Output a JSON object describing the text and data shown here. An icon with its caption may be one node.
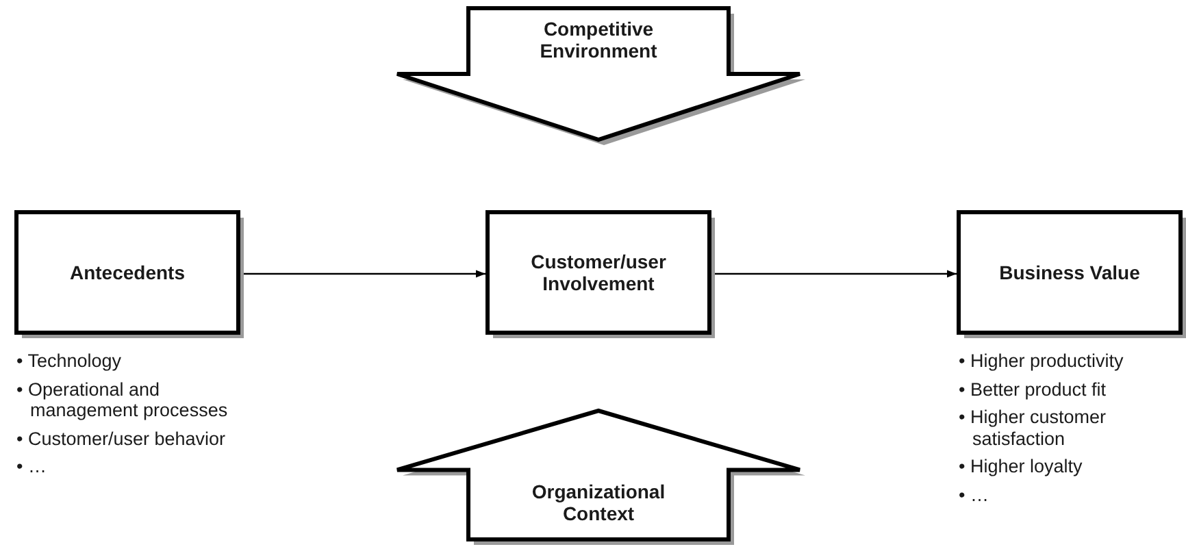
{
  "diagram": {
    "nodes": [
      {
        "text": [
          "Competitive Environment"
        ]
      },
      {
        "text": [
          "Antecedents"
        ],
        "beside": [
          "• Technology",
          "• Operational and management processes",
          "• Customer/user behavior",
          "• …"
        ]
      },
      {
        "text": [
          "Customer/user Involvement"
        ]
      },
      {
        "text": [
          "Business Value"
        ],
        "beside": [
          "• Higher productivity",
          "• Better product fit",
          "• Higher customer satisfaction",
          "• Higher loyalty",
          "• …"
        ]
      },
      {
        "text": [
          "Organizational Context"
        ]
      }
    ],
    "edges": [
      {
        "from": 1,
        "to": 2,
        "arrow": "to"
      },
      {
        "from": 2,
        "to": 3,
        "arrow": "to"
      }
    ]
  }
}
